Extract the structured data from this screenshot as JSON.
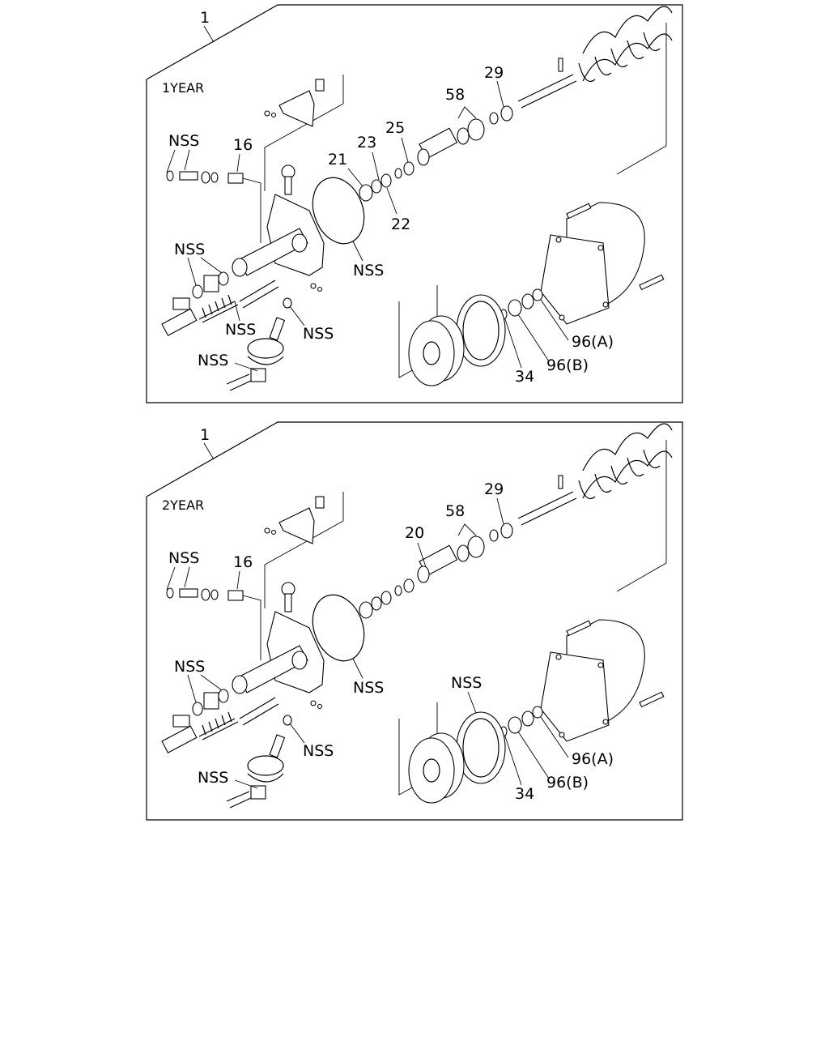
{
  "panels": [
    {
      "id": "top",
      "year_label": "1YEAR",
      "labels": {
        "assembly": "1",
        "p16": "16",
        "p21": "21",
        "p22": "22",
        "p23": "23",
        "p25": "25",
        "p29": "29",
        "p34": "34",
        "p58": "58",
        "p96a": "96(A)",
        "p96b": "96(B)",
        "nss": "NSS"
      }
    },
    {
      "id": "bottom",
      "year_label": "2YEAR",
      "labels": {
        "assembly": "1",
        "p16": "16",
        "p20": "20",
        "p29": "29",
        "p34": "34",
        "p58": "58",
        "p96a": "96(A)",
        "p96b": "96(B)",
        "nss": "NSS"
      }
    }
  ]
}
